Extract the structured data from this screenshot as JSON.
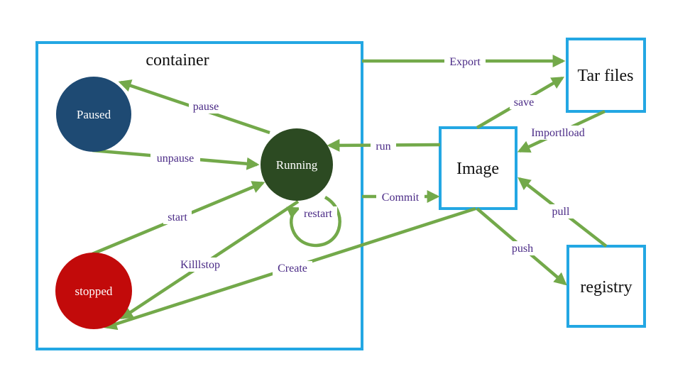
{
  "colors": {
    "arrow": "#73a94a",
    "box_border": "#23a7e3",
    "label": "#4a2a86",
    "paused": "#1e4a73",
    "running": "#2c4a22",
    "stopped": "#c20a0a"
  },
  "container": {
    "title": "container"
  },
  "states": {
    "paused": "Paused",
    "running": "Running",
    "stopped": "stopped"
  },
  "boxes": {
    "image": "Image",
    "tar_files": "Tar files",
    "registry": "registry"
  },
  "edges": {
    "pause": "pause",
    "unpause": "unpause",
    "start": "start",
    "kill_stop": "Killlstop",
    "restart": "restart",
    "create": "Create",
    "run": "run",
    "commit": "Commit",
    "export": "Export",
    "save": "save",
    "import_load": "Importlload",
    "pull": "pull",
    "push": "push"
  }
}
